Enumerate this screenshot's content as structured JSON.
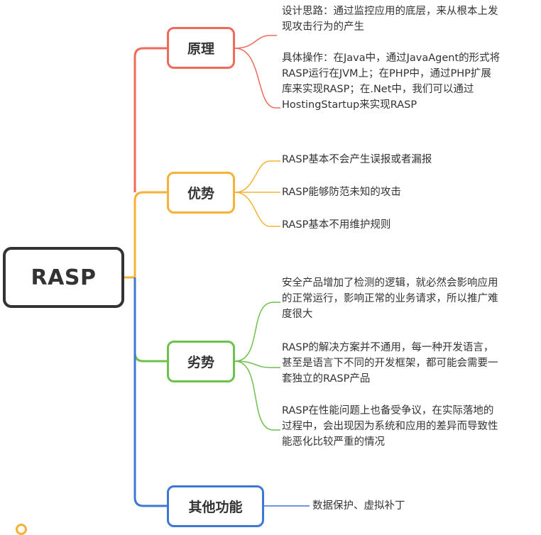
{
  "root": {
    "label": "RASP"
  },
  "branches": [
    {
      "label": "原理",
      "color": "#f06a5a",
      "leaves": [
        {
          "lines": [
            "设计思路：通过监控应用的底层，来从根本上发",
            "现攻击行为的产生"
          ]
        },
        {
          "lines": [
            "具体操作：在Java中，通过JavaAgent的形式将",
            "RASP运行在JVM上；在PHP中，通过PHP扩展",
            "库来实现RASP；在.Net中，我们可以通过",
            "HostingStartup来实现RASP"
          ]
        }
      ]
    },
    {
      "label": "优势",
      "color": "#f5b236",
      "leaves": [
        {
          "lines": [
            "RASP基本不会产生误报或者漏报"
          ]
        },
        {
          "lines": [
            "RASP能够防范未知的攻击"
          ]
        },
        {
          "lines": [
            "RASP基本不用维护规则"
          ]
        }
      ]
    },
    {
      "label": "劣势",
      "color": "#6cc24a",
      "leaves": [
        {
          "lines": [
            "安全产品增加了检测的逻辑，就必然会影响应用",
            "的正常运行，影响正常的业务请求，所以推广难",
            "度很大"
          ]
        },
        {
          "lines": [
            "RASP的解决方案并不通用，每一种开发语言，",
            "甚至是语言下不同的开发框架，都可能会需要一",
            "套独立的RASP产品"
          ]
        },
        {
          "lines": [
            "RASP在性能问题上也备受争议，在实际落地的",
            "过程中，会出现因为系统和应用的差异而导致性",
            "能恶化比较严重的情况"
          ]
        }
      ]
    },
    {
      "label": "其他功能",
      "color": "#3d78d6",
      "leaves": [
        {
          "lines": [
            "数据保护、虚拟补丁"
          ]
        }
      ]
    }
  ]
}
